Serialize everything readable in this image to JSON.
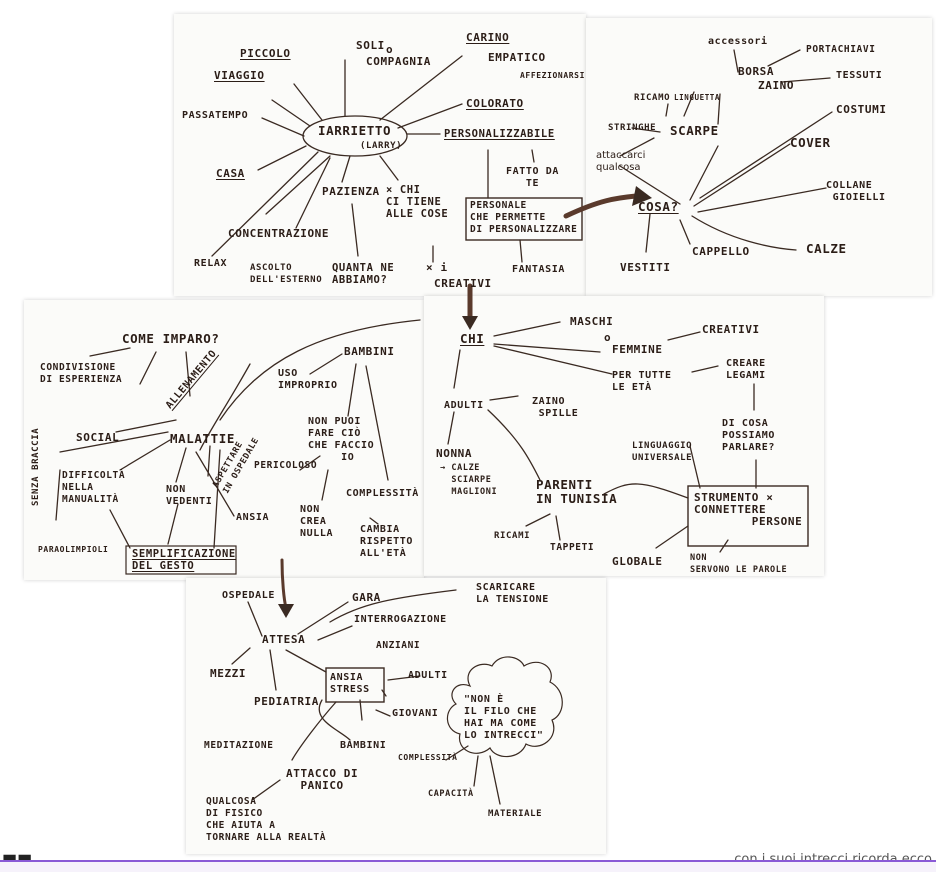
{
  "labels": {
    "piccolo": "PICCOLO",
    "viaggio": "VIAGGIO",
    "soli": "SOLI",
    "o": "o",
    "compagnia": "COMPAGNIA",
    "carino": "CARINO",
    "empatico": "EMPATICO",
    "affezionarsi": "AFFEZIONARSI",
    "colorato": "COLORATO",
    "passatempo": "PASSATEMPO",
    "iarrietto": "IARRIETTO",
    "larry": "(LARRY)",
    "personalizzabile": "PERSONALIZZABILE",
    "fatto_da_te": "FATTO DA\n   TE",
    "casa": "CASA",
    "pazienza": "PAZIENZA",
    "x_chi": "× CHI\nCI TIENE\nALLE COSE",
    "personale": "PERSONALE\nCHE PERMETTE\nDI PERSONALIZZARE",
    "concentrazione": "CONCENTRAZIONE",
    "relax": "RELAX",
    "ascolto": "ASCOLTO\nDELL'ESTERNO",
    "quanta": "QUANTA NE\nABBIAMO?",
    "x_i": "× i",
    "creativi_top": "CREATIVI",
    "fantasia": "FANTASIA",
    "accessori": "accessori",
    "portachiavi": "PORTACHIAVI",
    "borsa": "BORSA",
    "zaino": "ZAINO",
    "tessuti": "TESSUTI",
    "costumi": "COSTUMI",
    "ricamo": "RICAMO",
    "linguetta": "LINGUETTA",
    "stringhe": "STRINGHE",
    "scarpe": "SCARPE",
    "cover": "COVER",
    "attaccarci": "attaccarci\nqualcosa",
    "collane": "COLLANE\n GIOIELLI",
    "cosa": "COSA?",
    "vestiti": "VESTITI",
    "cappello": "CAPPELLO",
    "calze_right": "CALZE",
    "come_imparo": "COME IMPARO?",
    "condivisione": "CONDIVISIONE\nDI ESPERIENZA",
    "allenamento": "ALLENAMENTO",
    "social": "SOCIAL",
    "senza_braccia": "SENZA BRACCIA",
    "difficolta": "DIFFICOLTÀ\nNELLA\nMANUALITÀ",
    "malattie": "MALATTIE",
    "non_vedenti": "NON\nVEDENTI",
    "aspettare": "ASPETTARE\nIN OSPEDALE",
    "ansia_left": "ANSIA",
    "paraolimpioli": "PARAOLIMPIOLI",
    "semplificazione": "SEMPLIFICAZIONE\nDEL GESTO",
    "bambini": "BAMBINI",
    "uso": "USO\nIMPROPRIO",
    "non_puoi": "NON PUOI\nFARE CIÒ\nCHE FACCIO\n     IO",
    "pericoloso": "PERICOLOSO",
    "non_crea": "NON\nCREA\nNULLA",
    "complessita": "COMPLESSITÀ",
    "cambia": "CAMBIA\nRISPETTO\nALL'ETÀ",
    "chi": "CHI",
    "maschi": "MASCHI",
    "o2": "o",
    "femmine": "FEMMINE",
    "creativi_right": "CREATIVI",
    "per_tutte": "PER TUTTE\nLE ETÀ",
    "creare": "CREARE\nLEGAMI",
    "adulti": "ADULTI",
    "zaino_spille": "ZAINO\n SPILLE",
    "di_cosa": "DI COSA\nPOSSIAMO\nPARLARE?",
    "nonna": "NONNA",
    "calze_nonna": "→ CALZE\n  SCIARPE\n  MAGLIONI",
    "linguaggio": "LINGUAGGIO\nUNIVERSALE",
    "parenti": "PARENTI\nIN TUNISIA",
    "strumento": "STRUMENTO ×\nCONNETTERE\n        PERSONE",
    "ricami": "RICAMI",
    "tappeti": "TAPPETI",
    "globale": "GLOBALE",
    "non_servono": "NON\nSERVONO LE PAROLE",
    "ospedale": "OSPEDALE",
    "gara": "GARA",
    "scaricare": "SCARICARE\nLA TENSIONE",
    "interrogazione": "INTERROGAZIONE",
    "attesa": "ATTESA",
    "anziani": "ANZIANI",
    "mezzi": "MEZZI",
    "ansia_stress": "ANSIA\nSTRESS",
    "adulti2": "ADULTI",
    "pediatria": "PEDIATRIA",
    "giovani": "GIOVANI",
    "quote": "\"NON È\nIL FILO CHE\nHAI MA COME\nLO INTRECCI\"",
    "meditazione": "MEDITAZIONE",
    "bambini2": "BAMBINI",
    "complessita2": "COMPLESSITÀ",
    "attacco": "ATTACCO DI\n  PANICO",
    "capacita": "CAPACITÀ",
    "qualcosa": "QUALCOSA\nDI FISICO\nCHE AIUTA A\nTORNARE ALLA REALTÀ",
    "materiale": "MATERIALE"
  },
  "footer": {
    "caption": "con i suoi intrecci ricorda ecco",
    "corner": "■■"
  },
  "colors": {
    "ink": "#2b1d17",
    "arrow_brown": "#5a3a2c",
    "accent_bar": "#8a5ad6"
  }
}
